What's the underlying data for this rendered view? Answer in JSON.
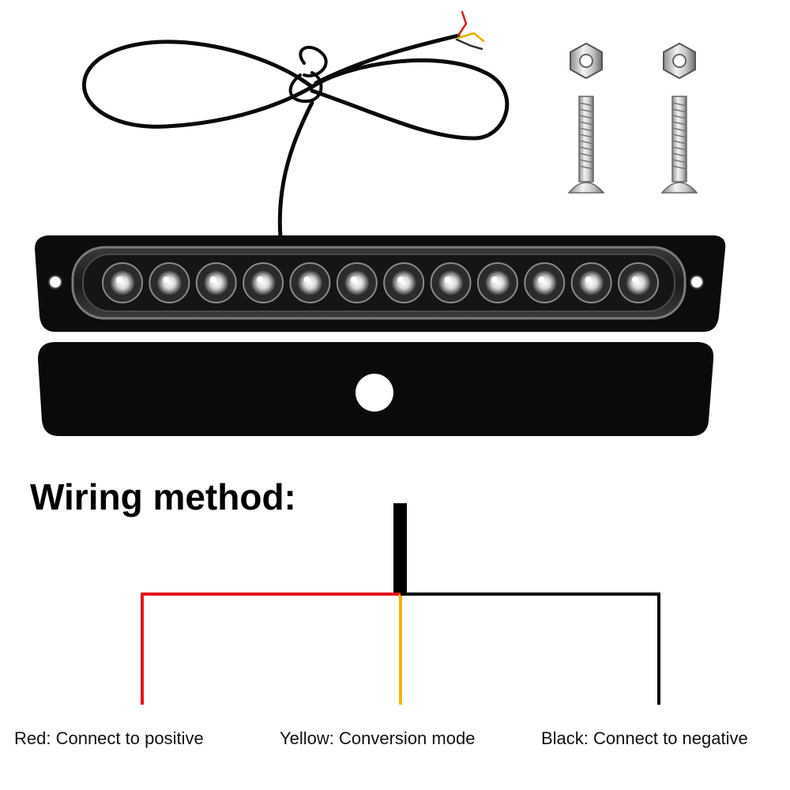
{
  "title": "Wiring method:",
  "wires": [
    {
      "id": "red",
      "label": "Red: Connect to positive",
      "color": "#e0161b"
    },
    {
      "id": "yellow",
      "label": "Yellow: Conversion mode",
      "color": "#f5b400"
    },
    {
      "id": "black",
      "label": "Black: Connect to negative",
      "color": "#000000"
    }
  ],
  "product": {
    "led_count": 12,
    "hardware": [
      "nut-icon",
      "screw-icon",
      "nut-icon",
      "screw-icon"
    ]
  }
}
